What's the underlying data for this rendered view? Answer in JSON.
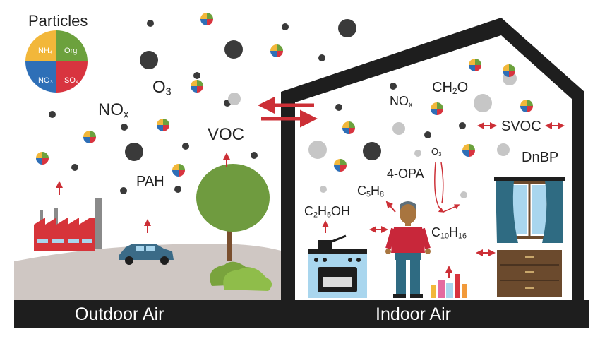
{
  "legend": {
    "title": "Particles",
    "segments": [
      {
        "label": "NH₄",
        "color": "#f2b73a"
      },
      {
        "label": "Org",
        "color": "#6ca13d"
      },
      {
        "label": "NO₃",
        "color": "#2e6fb7"
      },
      {
        "label": "SO₄",
        "color": "#d8343f"
      }
    ]
  },
  "outdoor": {
    "footer": "Outdoor Air",
    "o3": {
      "base": "O",
      "sub": "3"
    },
    "nox": {
      "base": "NO",
      "sub": "x"
    },
    "voc": "VOC",
    "pah": "PAH"
  },
  "indoor": {
    "footer": "Indoor Air",
    "nox": {
      "base": "NO",
      "sub": "x"
    },
    "ch2o": {
      "a": "CH",
      "sub": "2",
      "b": "O"
    },
    "svoc": "SVOC",
    "dnbp": "DnBP",
    "o3": {
      "base": "O",
      "sub": "3"
    },
    "opa": "4-OPA",
    "c5h8": {
      "a": "C",
      "s1": "5",
      "b": "H",
      "s2": "8"
    },
    "c2h5oh": {
      "a": "C",
      "s1": "2",
      "b": "H",
      "s2": "5",
      "c": "OH"
    },
    "c10h16": {
      "a": "C",
      "s1": "10",
      "b": "H",
      "s2": "16"
    }
  },
  "colors": {
    "ground_outdoor": "#cfc7c3",
    "footer_bar": "#1e1e1e",
    "house_wall": "#1e1e1e",
    "arrow": "#cc2f36",
    "factory": "#d6343a",
    "car": "#3b6b87",
    "tree": "#6f9b3f",
    "stove": "#a9d6ee",
    "dresser": "#6b4a2d",
    "curtain": "#2f6b82"
  }
}
